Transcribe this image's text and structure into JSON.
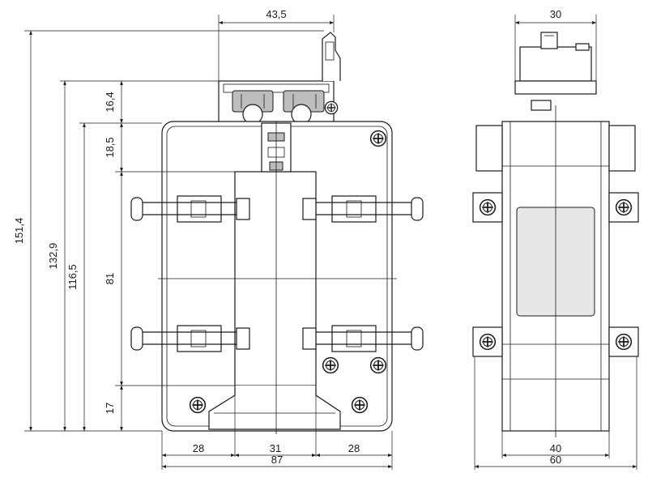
{
  "dimensions": {
    "front_top_width": "43,5",
    "side_top_width": "30",
    "overall_height": "151,4",
    "height_132": "132,9",
    "height_116": "116,5",
    "dim_16": "16,4",
    "dim_18": "18,5",
    "window_height": "81",
    "bottom_gap": "17",
    "left_margin": "28",
    "window_width": "31",
    "right_margin": "28",
    "overall_width": "87",
    "side_body_width": "40",
    "side_overall_width": "60"
  },
  "colors": {
    "line": "#1a1a1a",
    "fill": "#ffffff",
    "shade": "#e7e7e7"
  }
}
